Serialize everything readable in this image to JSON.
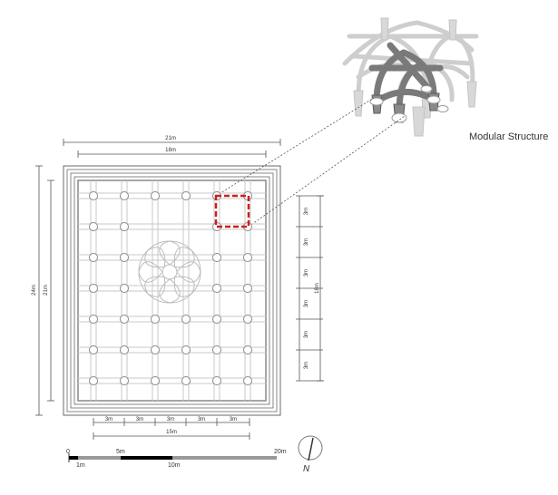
{
  "caption": "Modular Structure",
  "plan": {
    "dim_top_outer": "21m",
    "dim_top_inner": "18m",
    "dim_left_outer": "24m",
    "dim_left_inner": "21m",
    "dim_right_total": "18m",
    "dim_right_modules": [
      "3m",
      "3m",
      "3m",
      "3m",
      "3m",
      "3m"
    ],
    "dim_bottom_modules": [
      "3m",
      "3m",
      "3m",
      "3m",
      "3m"
    ],
    "dim_bottom_total": "15m",
    "highlight_color": "#cc1f1f"
  },
  "scale_bar": {
    "labels": [
      "0",
      "5m",
      "20m",
      "1m",
      "10m"
    ]
  },
  "north_arrow": {
    "label": "N"
  }
}
